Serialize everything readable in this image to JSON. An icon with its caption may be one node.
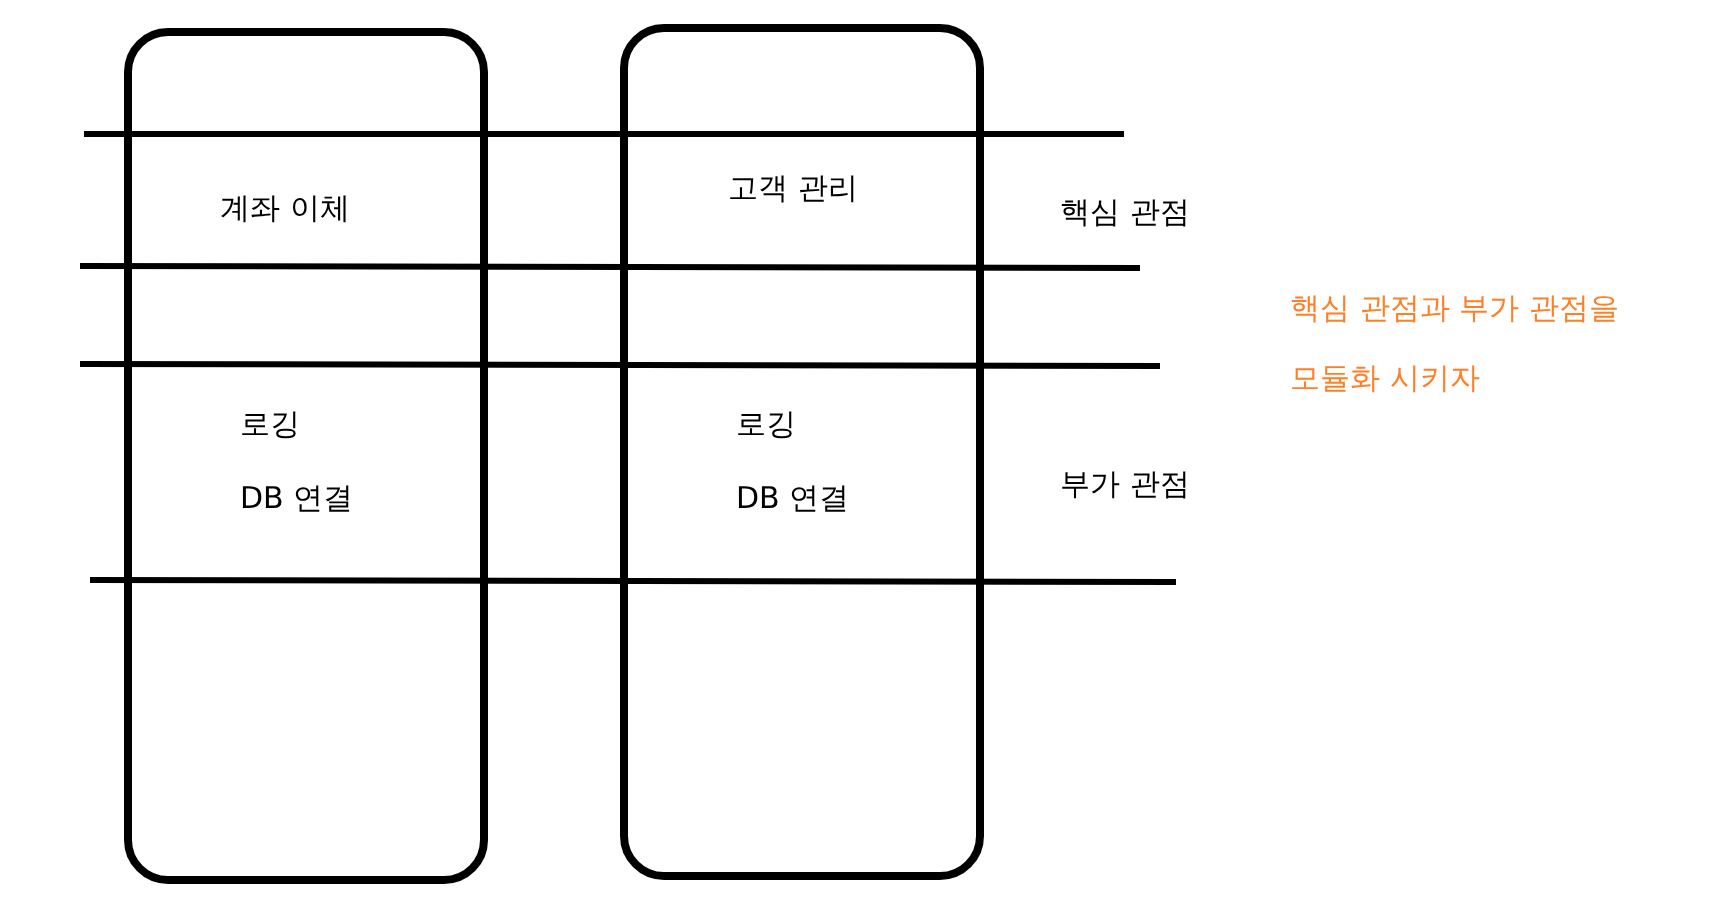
{
  "diagram": {
    "nodes": [
      {
        "text": [],
        "shape": "box"
      },
      {
        "text": [
          "계좌 이체"
        ],
        "in": 0
      },
      {
        "text": [
          "로깅",
          "DB 연결"
        ],
        "in": 0
      },
      {
        "text": [],
        "shape": "box"
      },
      {
        "text": [
          "고객 관리"
        ],
        "in": 3
      },
      {
        "text": [
          "로깅",
          "DB 연결"
        ],
        "in": 3
      }
    ],
    "edges": [],
    "labels": [
      "핵심 관점",
      "핵심 관점과 부가 관점을 모듈화 시키자",
      "부가 관점"
    ]
  }
}
